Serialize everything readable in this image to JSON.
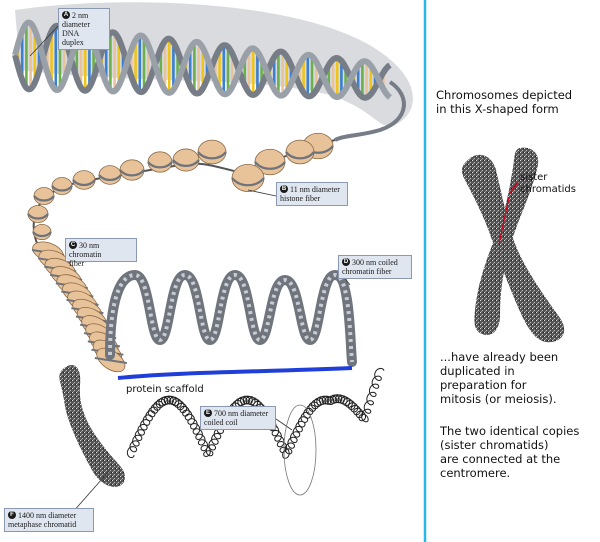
{
  "callouts": {
    "a": {
      "tag": "A",
      "line1": "2 nm",
      "line2": "diameter",
      "line3": "DNA",
      "line4": "duplex"
    },
    "b": {
      "tag": "B",
      "line1": "11 nm diameter",
      "line2": "histone fiber"
    },
    "c": {
      "tag": "C",
      "line1": "30 nm chromatin",
      "line2": "fiber"
    },
    "d": {
      "tag": "D",
      "line1": "300 nm coiled",
      "line2": "chromatin fiber"
    },
    "e": {
      "tag": "E",
      "line1": "700 nm diameter",
      "line2": "coiled coil"
    },
    "f": {
      "tag": "F",
      "line1": "1400 nm diameter",
      "line2": "metaphase chromatid"
    }
  },
  "labels": {
    "protein_scaffold": "protein scaffold",
    "sister_line1": "sister",
    "sister_line2": "chromatids"
  },
  "side_panel": {
    "heading_line1": "Chromosomes depicted",
    "heading_line2": "in this X-shaped form",
    "text1_line1": "...have already been",
    "text1_line2": "duplicated in",
    "text1_line3": "preparation for",
    "text1_line4": "mitosis (or meiosis).",
    "text2_line1": "The two identical copies",
    "text2_line2": "(sister chromatids)",
    "text2_line3": "are connected at the",
    "text2_line4": "centromere."
  },
  "colors": {
    "divider": "#29b6e8",
    "scaffold": "#1f3fd8",
    "backbone": "#777d86",
    "nucleosome": "#e8c39a",
    "base_pair_colors": [
      "#f0c419",
      "#3a7fd0",
      "#6ab04c",
      "#e8c39a"
    ]
  }
}
